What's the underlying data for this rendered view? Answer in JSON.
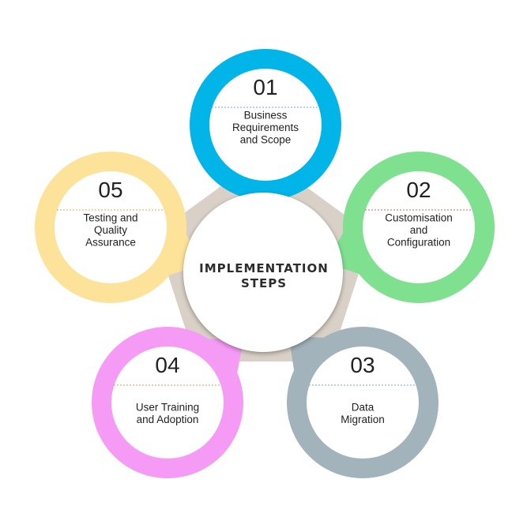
{
  "center": {
    "lines": [
      "IMPLEMENTATION",
      "STEPS"
    ]
  },
  "steps": [
    {
      "number": "01",
      "lines": [
        "Business",
        "Requirements",
        "and Scope"
      ],
      "color": "#02b5e9",
      "divider": "#6fa8c4"
    },
    {
      "number": "02",
      "lines": [
        "Customisation",
        "and",
        "Configuration"
      ],
      "color": "#7fe090",
      "divider": "#c9685d"
    },
    {
      "number": "03",
      "lines": [
        "Data",
        "Migration"
      ],
      "color": "#a3b3bb",
      "divider": "#6fa8c4"
    },
    {
      "number": "04",
      "lines": [
        "User Training",
        "and Adoption"
      ],
      "color": "#f59bf6",
      "divider": "#c9a24a"
    },
    {
      "number": "05",
      "lines": [
        "Testing and",
        "Quality",
        "Assurance"
      ],
      "color": "#fde39a",
      "divider": "#e0a85c"
    }
  ],
  "hub_color": "#d9d1c7"
}
